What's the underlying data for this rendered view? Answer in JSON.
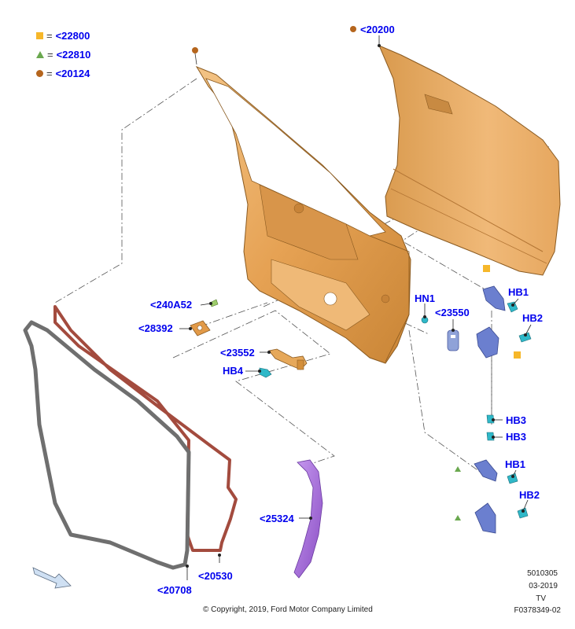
{
  "legend": [
    {
      "ref": "<22800",
      "symbol": "square",
      "color": "#f6b72a"
    },
    {
      "ref": "<22810",
      "symbol": "triangle",
      "color": "#6aa84f"
    },
    {
      "ref": "<20124",
      "symbol": "circle",
      "color": "#b5651d"
    }
  ],
  "legend_eq": "=",
  "labels": {
    "l20200": "<20200",
    "l240a52": "<240A52",
    "l28392": "<28392",
    "l23552": "<23552",
    "lhb4": "HB4",
    "lhn1": "HN1",
    "l23550": "<23550",
    "lhb1a": "HB1",
    "lhb2a": "HB2",
    "lhb3a": "HB3",
    "lhb3b": "HB3",
    "lhb1b": "HB1",
    "lhb2b": "HB2",
    "l25324": "<25324",
    "l20530": "<20530",
    "l20708": "<20708"
  },
  "meta": {
    "code": "5010305",
    "date": "03-2019",
    "tv": "TV",
    "figure": "F0378349-02"
  },
  "copyright": "© Copyright, 2019, Ford Motor Company Limited",
  "colors": {
    "label_blue": "#0000ee",
    "door_orange": "#e8a75a",
    "seal_red": "#a34b3e",
    "seal_gray": "#6f6f6f",
    "hinge_blue": "#6b7fcf",
    "bolt_cyan": "#2fb8c8",
    "trim_purple": "#a86ad8"
  }
}
